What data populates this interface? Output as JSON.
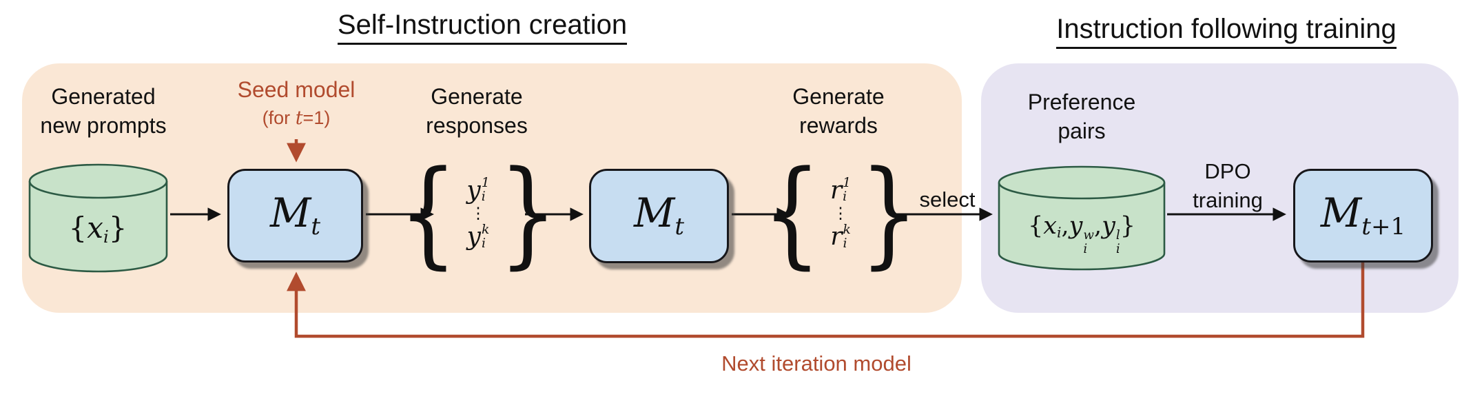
{
  "sections": {
    "left": {
      "title": "Self-Instruction creation"
    },
    "right": {
      "title": "Instruction following training"
    }
  },
  "prompts_db": {
    "label": {
      "line1": "Generated",
      "line2": "new prompts"
    },
    "content": {
      "open": "{",
      "var": "x",
      "sub": "i",
      "close": "}"
    }
  },
  "seed": {
    "label": "Seed model",
    "note_open": "(for ",
    "note_var": "t",
    "note_close": "=1)"
  },
  "model_t_first": {
    "name": "M",
    "sub": "t"
  },
  "responses": {
    "label": {
      "line1": "Generate",
      "line2": "responses"
    },
    "set": {
      "open": "{",
      "close": "}",
      "item_top": {
        "var": "y",
        "sup": "1",
        "sub": "i"
      },
      "dots": "⋮",
      "item_bottom": {
        "var": "y",
        "sup": "k",
        "sub": "i"
      }
    }
  },
  "model_t_second": {
    "name": "M",
    "sub": "t"
  },
  "rewards": {
    "label": {
      "line1": "Generate",
      "line2": "rewards"
    },
    "set": {
      "open": "{",
      "close": "}",
      "item_top": {
        "var": "r",
        "sup": "1",
        "sub": "i"
      },
      "dots": "⋮",
      "item_bottom": {
        "var": "r",
        "sup": "k",
        "sub": "i"
      }
    }
  },
  "select_label": "select",
  "pairs_db": {
    "label": {
      "line1": "Preference",
      "line2": "pairs"
    },
    "content": {
      "open": "{",
      "x_var": "x",
      "x_sub": "i",
      "comma1": ",",
      "y1_var": "y",
      "y1_sup": "w",
      "y1_sub": "i",
      "comma2": ",",
      "y2_var": "y",
      "y2_sup": "l",
      "y2_sub": "i",
      "close": "}"
    }
  },
  "dpo": {
    "label": {
      "line1": "DPO",
      "line2": "training"
    }
  },
  "model_next": {
    "name": "M",
    "sub_var": "t",
    "sub_rest": "+1"
  },
  "loop": {
    "label": "Next iteration model"
  },
  "colors": {
    "panel_left_bg": "#FAE7D5",
    "panel_right_bg": "#E7E4F2",
    "cylinder_fill": "#C8E2C9",
    "cylinder_border": "#2C5A44",
    "model_box_fill": "#C7DDF1",
    "model_box_border": "#17171B",
    "arrow_black": "#111111",
    "accent_red": "#B14B2E"
  }
}
